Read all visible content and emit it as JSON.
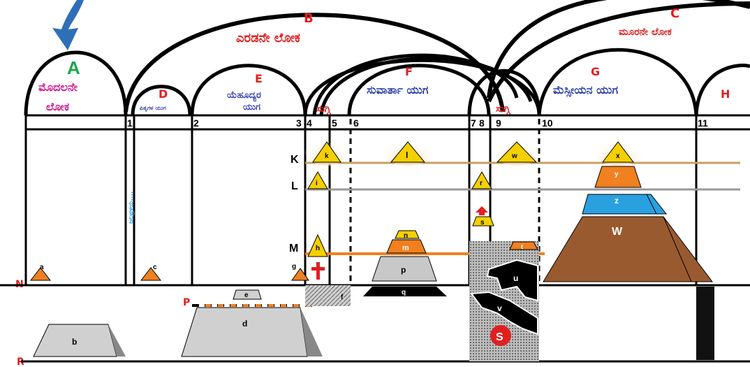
{
  "regions": {
    "A": "A",
    "A_text_1": "ಮೊದಲನೇ",
    "A_text_2": "ಲೋಕ",
    "B": "B",
    "B_text": "ಎರಡನೇ ಲೋಕ",
    "C": "C",
    "C_text": "ಮೂರನೇ ಲೋಕ",
    "D": "D",
    "D_text": "ಪಿತೃಗಳ ಯುಗ",
    "E": "E",
    "E_text_1": "ಯೆಹೂದ್ಯರ",
    "E_text_2": "ಯುಗ",
    "F": "F",
    "F_text": "ಸುವಾರ್ತಾ ಯುಗ",
    "G": "G",
    "G_text": "ಮೆಸ್ಸೀಯನ ಯುಗ",
    "H": "H",
    "suggi_1": "ಸುಗ್ಗಿ",
    "suggi_2": "ಸುಗ್ಗಿ",
    "vertical_text": "ಜಲಪ್ರಳಯ...."
  },
  "columns": [
    "1",
    "2",
    "3",
    "4",
    "5",
    "6",
    "7",
    "8",
    "9",
    "10",
    "11"
  ],
  "levels": {
    "K": "K",
    "L": "L",
    "M": "M",
    "N": "N",
    "P": "P",
    "R": "R",
    "S": "S"
  },
  "shapes": {
    "a": "a",
    "b": "b",
    "c": "c",
    "d": "d",
    "e": "e",
    "f": "f",
    "g": "g",
    "h": "h",
    "i": "i",
    "k": "k",
    "l": "l",
    "m": "m",
    "n": "n",
    "p": "p",
    "q": "q",
    "r": "r",
    "s": "s",
    "t": "t",
    "u": "u",
    "v": "v",
    "w": "w",
    "x": "x",
    "y": "y",
    "z": "z",
    "W": "W"
  },
  "colors": {
    "red": "#e02020",
    "blue": "#2a3aa8",
    "magenta": "#d0148c",
    "green": "#1aa84a",
    "orange": "#f08020",
    "gold": "#c8a060",
    "gray": "#999999",
    "lightblue": "#2aa0e0",
    "brown": "#9a5a30",
    "yellow": "#f5d000",
    "arrow": "#2f6fb8"
  },
  "icons": {
    "cross": "cross-icon",
    "arrow": "arrow-down-icon",
    "up": "arrow-up-icon"
  }
}
